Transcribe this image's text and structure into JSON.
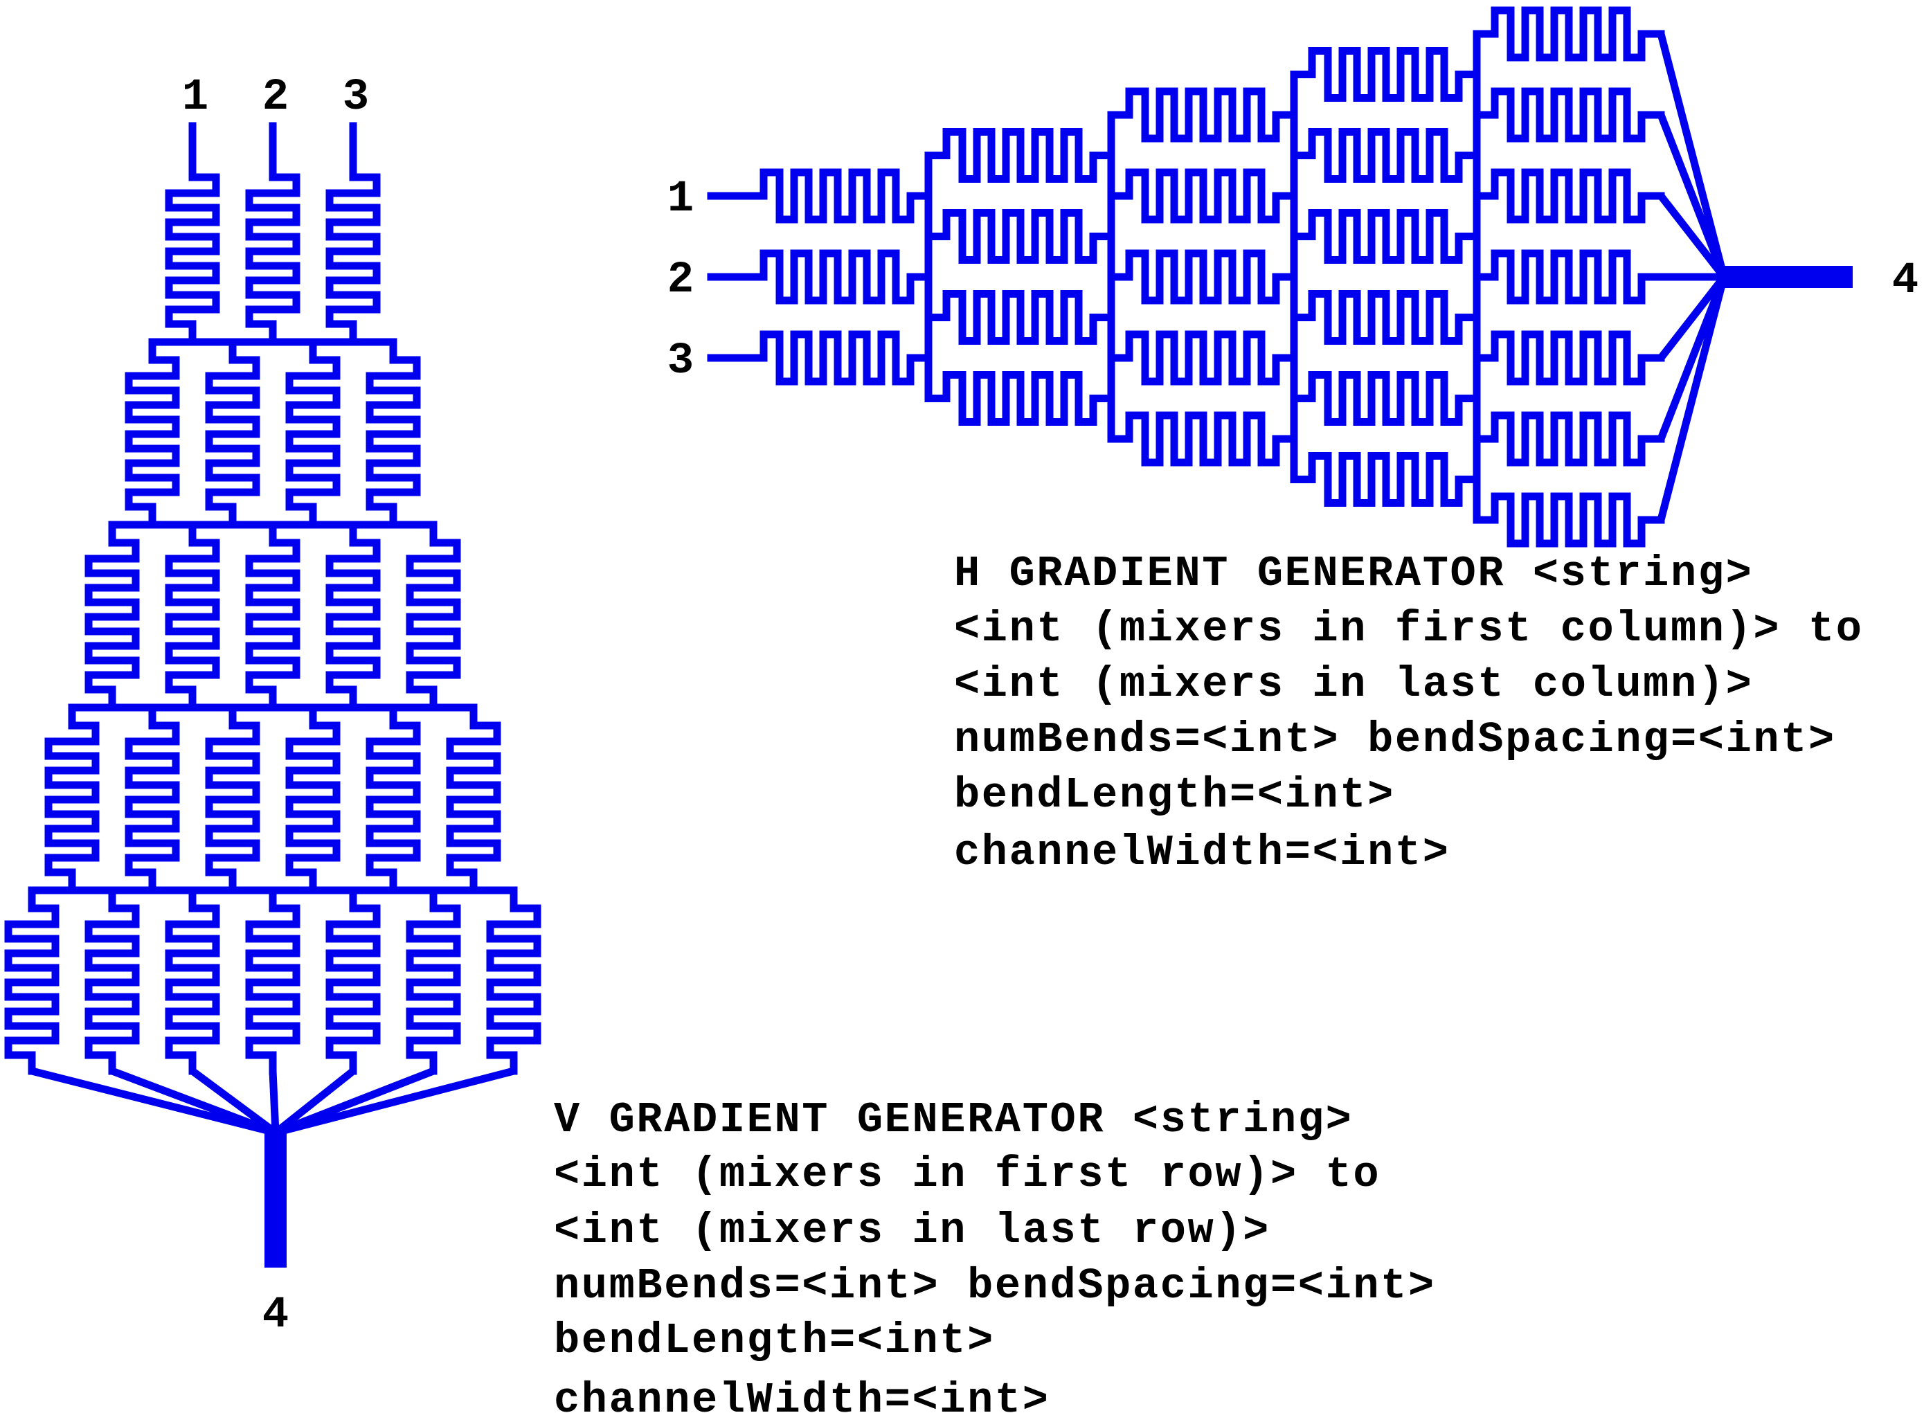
{
  "colors": {
    "channel": "#0000ee",
    "text": "#000000"
  },
  "vertical": {
    "mixers_per_row": [
      3,
      4,
      5,
      6,
      7
    ],
    "inlets": [
      "1",
      "2",
      "3"
    ],
    "outlet": "4",
    "description": [
      "V GRADIENT GENERATOR <string>",
      "<int (mixers in first row)> to",
      "<int (mixers in last row)>",
      "numBends=<int> bendSpacing=<int>",
      "bendLength=<int>",
      "channelWidth=<int>"
    ]
  },
  "horizontal": {
    "mixers_per_column": [
      3,
      4,
      5,
      6,
      7
    ],
    "inlets": [
      "1",
      "2",
      "3"
    ],
    "outlet": "4",
    "description": [
      "H GRADIENT GENERATOR <string>",
      "<int (mixers in first column)> to",
      "<int (mixers in last column)>",
      "numBends=<int> bendSpacing=<int>",
      "bendLength=<int>",
      "channelWidth=<int>"
    ]
  }
}
